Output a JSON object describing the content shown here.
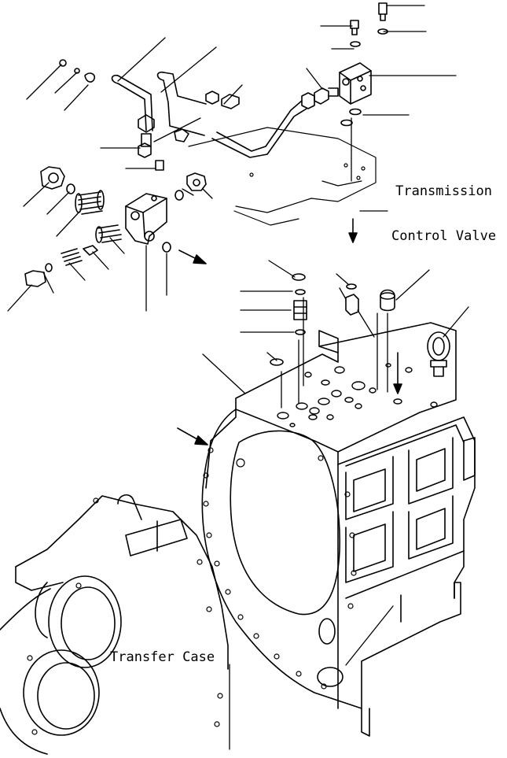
{
  "labels": {
    "transmission_control_valve": [
      "Transmission",
      "Control Valve"
    ],
    "transfer_case": "Transfer Case"
  },
  "colors": {
    "ink": "#000000",
    "paper": "#ffffff"
  }
}
